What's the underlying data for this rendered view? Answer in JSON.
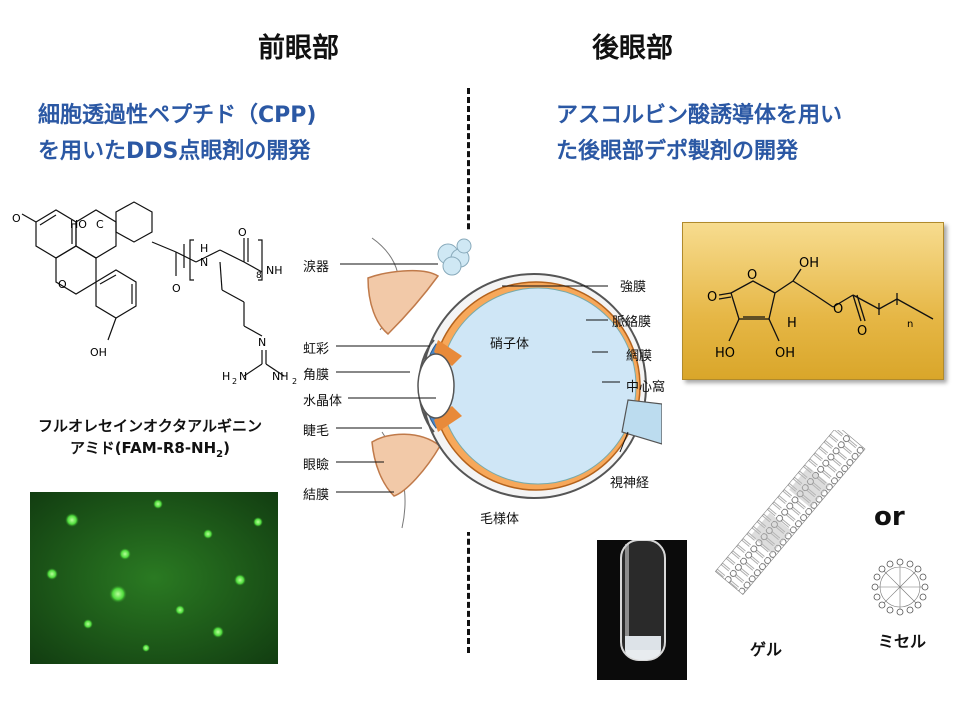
{
  "headers": {
    "anterior": "前眼部",
    "posterior": "後眼部"
  },
  "left": {
    "subtitle_line1": "細胞透過性ペプチド（CPP)",
    "subtitle_line2": "を用いたDDS点眼剤の開発",
    "molecule_labels": {
      "ketone_o": "O",
      "ho2c": "HO",
      "co": "C",
      "ring_o": "O",
      "oh": "OH",
      "nh": "N",
      "h": "H",
      "amide_o1": "O",
      "amide_o2": "O",
      "sub8": "8",
      "nh2_end": "NH",
      "guan_n": "N",
      "h2n": "H",
      "n_left": "N",
      "nh2_right": "NH"
    },
    "caption_line1": "フルオレセインオクタアルギニン",
    "caption_line2_prefix": "アミド(FAM-R8-NH",
    "caption_sub": "2",
    "caption_line2_suffix": ")"
  },
  "eye": {
    "labels_left": [
      "涙器",
      "虹彩",
      "角膜",
      "水晶体",
      "睫毛",
      "眼瞼",
      "結膜"
    ],
    "labels_right": [
      "強膜",
      "脈絡膜",
      "網膜",
      "中心窩",
      "視神経"
    ],
    "center_label": "硝子体",
    "bottom_label": "毛様体"
  },
  "right": {
    "subtitle_line1": "アスコルビン酸誘導体を用い",
    "subtitle_line2": "た後眼部デポ製剤の開発",
    "molecule_labels": {
      "oh_top": "OH",
      "o_left": "O",
      "o_ring": "O",
      "h": "H",
      "o_ester": "O",
      "n": "n",
      "ho": "HO",
      "oh": "OH",
      "o_carbonyl": "O"
    },
    "gel_label": "ゲル",
    "or_label": "or",
    "micelle_label": "ミセル"
  },
  "colors": {
    "subtitle_blue": "#2b58a4",
    "gold": "#e6b746",
    "fluo_green": "#1c5a1a"
  }
}
